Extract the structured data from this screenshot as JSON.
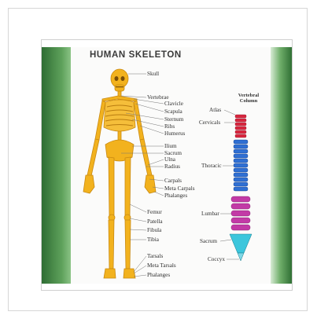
{
  "poster": {
    "title": "HUMAN SKELETON",
    "skeleton_labels": {
      "skull": "Skull",
      "vertebrae": "Vertebrae",
      "clavicle": "Clavicle",
      "scapula": "Scapula",
      "sternum": "Sternum",
      "ribs": "Ribs",
      "humerus": "Humerus",
      "ilium": "Ilium",
      "sacrum": "Sacrum",
      "ulna": "Ulna",
      "radius": "Radius",
      "carpals": "Carpals",
      "meta_carpals": "Meta Carpals",
      "phalanges_hand": "Phalanges",
      "femur": "Femur",
      "patella": "Patella",
      "fibula": "Fibula",
      "tibia": "Tibia",
      "tarsals": "Tarsals",
      "meta_tarsals": "Meta Tarsals",
      "phalanges_foot": "Phalanges"
    },
    "vertebral_column": {
      "title_line1": "Vertebral",
      "title_line2": "Column",
      "atlas": "Atlas",
      "cervicals": "Cervicals",
      "thoracic": "Thoracic",
      "lumbar": "Lumbar",
      "sacrum": "Sacrum",
      "coccyx": "Coccyx"
    },
    "colors": {
      "bone": "#f2b21e",
      "bone_shadow": "#c98a12",
      "cervical": "#d8263e",
      "thoracic": "#2f6fd3",
      "lumbar": "#c23aa6",
      "sacrum": "#3cc6dc",
      "frame_green": "#4f8f4c"
    }
  }
}
